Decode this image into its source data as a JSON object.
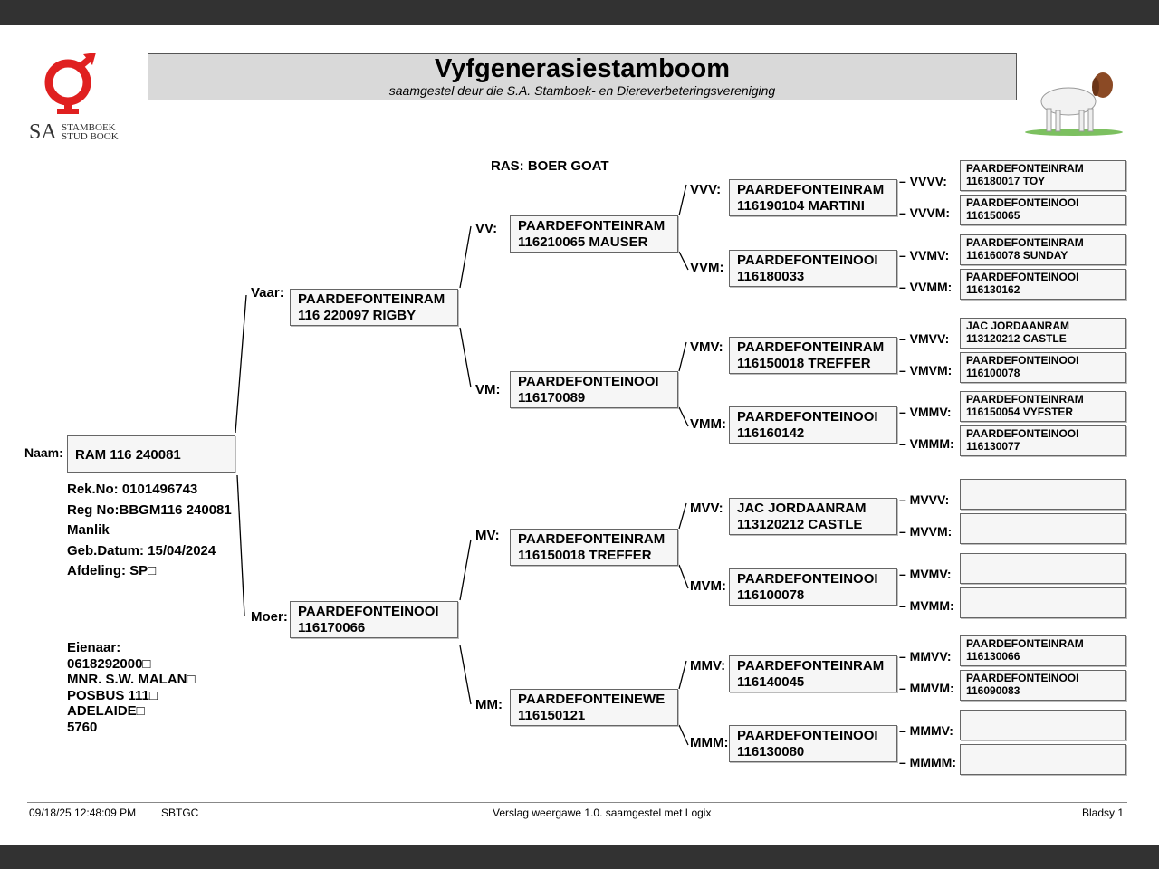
{
  "header": {
    "title": "Vyfgenerasiestamboom",
    "subtitle": "saamgestel deur die S.A. Stamboek- en Diereverbeteringsvereniging",
    "logo_text": "SA STAMBOEK STUD BOOK",
    "logo_color": "#e02020"
  },
  "breed": "RAS: BOER GOAT",
  "animal": {
    "label": "Naam:",
    "name": "RAM 116 240081",
    "details": [
      "Rek.No: 0101496743",
      "Reg No:BBGM116 240081",
      "Manlik",
      "Geb.Datum: 15/04/2024",
      "Afdeling: SP□"
    ],
    "owner": [
      "Eienaar:",
      "0618292000□",
      "MNR. S.W. MALAN□",
      "POSBUS 111□",
      "ADELAIDE□",
      "5760"
    ]
  },
  "gen1": [
    {
      "label": "Vaar:",
      "l1": "PAARDEFONTEINRAM",
      "l2": "116 220097 RIGBY"
    },
    {
      "label": "Moer:",
      "l1": "PAARDEFONTEINOOI",
      "l2": "116170066"
    }
  ],
  "gen2": [
    {
      "label": "VV:",
      "l1": "PAARDEFONTEINRAM",
      "l2": "116210065 MAUSER"
    },
    {
      "label": "VM:",
      "l1": "PAARDEFONTEINOOI",
      "l2": "116170089"
    },
    {
      "label": "MV:",
      "l1": "PAARDEFONTEINRAM",
      "l2": "116150018 TREFFER"
    },
    {
      "label": "MM:",
      "l1": "PAARDEFONTEINEWE",
      "l2": "116150121"
    }
  ],
  "gen3": [
    {
      "label": "VVV:",
      "l1": "PAARDEFONTEINRAM",
      "l2": "116190104 MARTINI"
    },
    {
      "label": "VVM:",
      "l1": "PAARDEFONTEINOOI",
      "l2": "116180033"
    },
    {
      "label": "VMV:",
      "l1": "PAARDEFONTEINRAM",
      "l2": "116150018 TREFFER"
    },
    {
      "label": "VMM:",
      "l1": "PAARDEFONTEINOOI",
      "l2": "116160142"
    },
    {
      "label": "MVV:",
      "l1": "JAC JORDAANRAM",
      "l2": "113120212 CASTLE"
    },
    {
      "label": "MVM:",
      "l1": "PAARDEFONTEINOOI",
      "l2": "116100078"
    },
    {
      "label": "MMV:",
      "l1": "PAARDEFONTEINRAM",
      "l2": "116140045"
    },
    {
      "label": "MMM:",
      "l1": "PAARDEFONTEINOOI",
      "l2": "116130080"
    }
  ],
  "gen4": [
    {
      "label": "VVVV:",
      "l1": "PAARDEFONTEINRAM",
      "l2": "116180017 TOY"
    },
    {
      "label": "VVVM:",
      "l1": "PAARDEFONTEINOOI",
      "l2": "116150065"
    },
    {
      "label": "VVMV:",
      "l1": "PAARDEFONTEINRAM",
      "l2": "116160078 SUNDAY"
    },
    {
      "label": "VVMM:",
      "l1": "PAARDEFONTEINOOI",
      "l2": "116130162"
    },
    {
      "label": "VMVV:",
      "l1": "JAC JORDAANRAM",
      "l2": "113120212 CASTLE"
    },
    {
      "label": "VMVM:",
      "l1": "PAARDEFONTEINOOI",
      "l2": "116100078"
    },
    {
      "label": "VMMV:",
      "l1": "PAARDEFONTEINRAM",
      "l2": "116150054 VYFSTER"
    },
    {
      "label": "VMMM:",
      "l1": "PAARDEFONTEINOOI",
      "l2": "116130077"
    },
    {
      "label": "MVVV:",
      "l1": "",
      "l2": ""
    },
    {
      "label": "MVVM:",
      "l1": "",
      "l2": ""
    },
    {
      "label": "MVMV:",
      "l1": "",
      "l2": ""
    },
    {
      "label": "MVMM:",
      "l1": "",
      "l2": ""
    },
    {
      "label": "MMVV:",
      "l1": "PAARDEFONTEINRAM",
      "l2": "116130066"
    },
    {
      "label": "MMVM:",
      "l1": "PAARDEFONTEINOOI",
      "l2": "116090083"
    },
    {
      "label": "MMMV:",
      "l1": "",
      "l2": ""
    },
    {
      "label": "MMMM:",
      "l1": "",
      "l2": ""
    }
  ],
  "footer": {
    "datetime": "09/18/25 12:48:09 PM",
    "code": "SBTGC",
    "report": "Verslag weergawe 1.0. saamgestel met Logix",
    "page": "Bladsy 1"
  }
}
